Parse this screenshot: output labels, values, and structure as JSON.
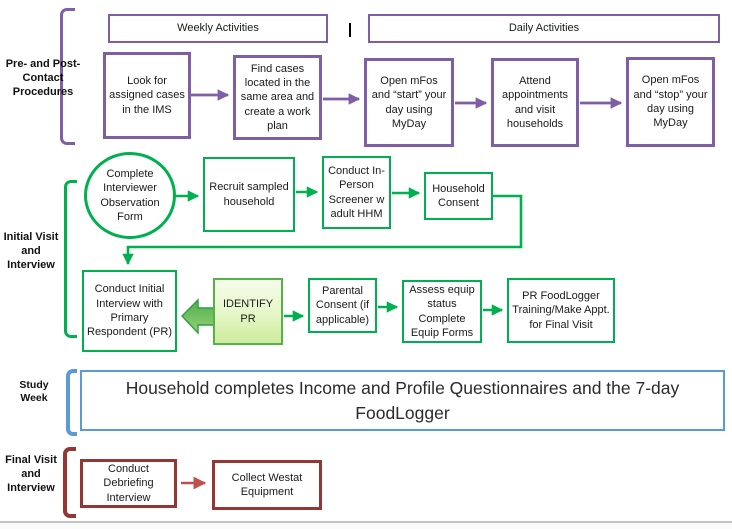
{
  "colors": {
    "purple": "#7E5FA6",
    "green": "#00B050",
    "blue": "#5B9BD5",
    "dark_red": "#943634",
    "red_arrow": "#C0504D",
    "identify_fill": "#CDEC9C"
  },
  "sections": {
    "pre_post": {
      "label": "Pre- and Post-Contact Procedures",
      "weekly_header": "Weekly Activities",
      "daily_header": "Daily Activities",
      "steps": [
        "Look for assigned cases in the IMS",
        "Find cases located in the same area and create a work plan",
        "Open mFos and “start” your day using MyDay",
        "Attend appointments and visit households",
        "Open mFos and “stop” your day using MyDay"
      ]
    },
    "initial_visit": {
      "label": "Initial Visit and Interview",
      "circle": "Complete Interviewer Observation Form",
      "row1": [
        "Recruit sampled household",
        "Conduct In-Person Screener w adult HHM",
        "Household Consent"
      ],
      "identify": "IDENTIFY PR",
      "row2": [
        "Conduct Initial Interview with Primary Respondent (PR)",
        "Parental Consent (if applicable)",
        "Assess equip status Complete Equip Forms",
        "PR FoodLogger Training/Make Appt. for Final Visit"
      ]
    },
    "study_week": {
      "label": "Study Week",
      "text": "Household completes Income and Profile Questionnaires and the 7-day FoodLogger"
    },
    "final_visit": {
      "label": "Final Visit and Interview",
      "steps": [
        "Conduct Debriefing Interview",
        "Collect Westat Equipment"
      ]
    }
  }
}
